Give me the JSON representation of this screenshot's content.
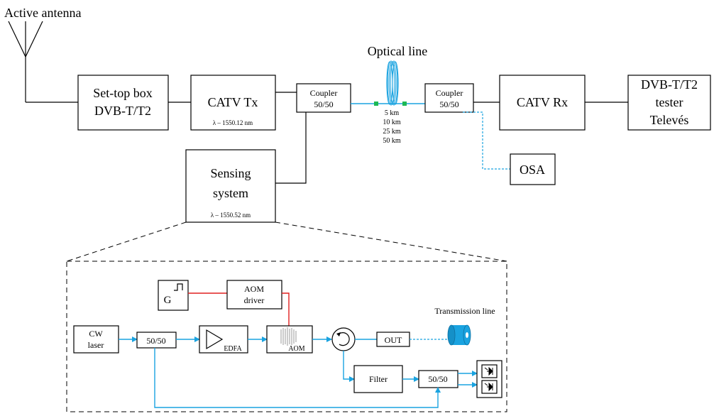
{
  "labels": {
    "antenna": "Active antenna",
    "settop_line1": "Set-top box",
    "settop_line2": "DVB-T/T2",
    "catv_tx": "CATV Tx",
    "catv_tx_lambda": "λ – 1550.12  nm",
    "coupler1_line1": "Coupler",
    "coupler1_line2": "50/50",
    "optical_line": "Optical line",
    "len1": "5 km",
    "len2": "10 km",
    "len3": "25 km",
    "len4": "50 km",
    "coupler2_line1": "Coupler",
    "coupler2_line2": "50/50",
    "catv_rx": "CATV Rx",
    "tester_line1": "DVB-T/T2",
    "tester_line2": "tester",
    "tester_line3": "Televés",
    "osa": "OSA",
    "sensing_line1": "Sensing",
    "sensing_line2": "system",
    "sensing_lambda": "λ – 1550.52  nm",
    "gen": "G",
    "aom_driver_line1": "AOM",
    "aom_driver_line2": "driver",
    "cw_line1": "CW",
    "cw_line2": "laser",
    "split1": "50/50",
    "edfa": "EDFA",
    "aom": "AOM",
    "out": "OUT",
    "transmission_line": "Transmission line",
    "filter": "Filter",
    "split2": "50/50"
  },
  "colors": {
    "optical": "#1aa3e0",
    "electrical_rf": "#e02020",
    "fiber_connector": "#1db954"
  }
}
